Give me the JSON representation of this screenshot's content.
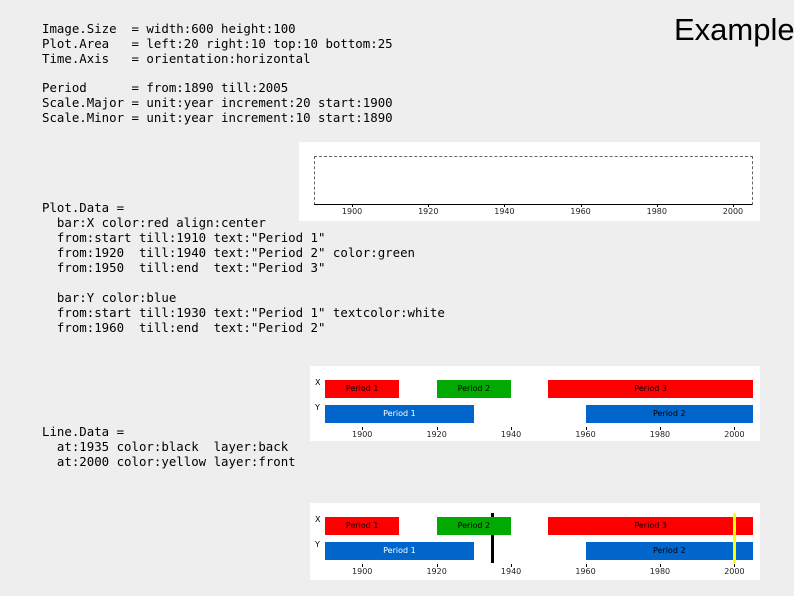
{
  "title": "Example",
  "code": {
    "block1": [
      "Image.Size  = width:600 height:100",
      "Plot.Area   = left:20 right:10 top:10 bottom:25",
      "Time.Axis   = orientation:horizontal"
    ],
    "block2": [
      "Period      = from:1890 till:2005",
      "Scale.Major = unit:year increment:20 start:1900",
      "Scale.Minor = unit:year increment:10 start:1890"
    ],
    "block3": [
      "Plot.Data =",
      "  bar:X color:red align:center",
      "  from:start till:1910 text:\"Period 1\"",
      "  from:1920  till:1940 text:\"Period 2\" color:green",
      "  from:1950  till:end  text:\"Period 3\""
    ],
    "block4": [
      "  bar:Y color:blue",
      "  from:start till:1930 text:\"Period 1\" textcolor:white",
      "  from:1960  till:end  text:\"Period 2\""
    ],
    "block5": [
      "Line.Data =",
      "  at:1935 color:black  layer:back",
      "  at:2000 color:yellow layer:front"
    ]
  },
  "timeline": {
    "period": [
      1890,
      2005
    ],
    "ticks": [
      "1900",
      "1920",
      "1940",
      "1960",
      "1980",
      "2000"
    ],
    "tick_values": [
      1900,
      1920,
      1940,
      1960,
      1980,
      2000
    ],
    "rows": [
      {
        "label": "X",
        "bars": [
          {
            "from": 1890,
            "till": 1910,
            "text": "Period 1",
            "color": "#ff0000",
            "textcolor": "#000000"
          },
          {
            "from": 1920,
            "till": 1940,
            "text": "Period 2",
            "color": "#00aa00",
            "textcolor": "#000000"
          },
          {
            "from": 1950,
            "till": 2005,
            "text": "Period 3",
            "color": "#ff0000",
            "textcolor": "#000000"
          }
        ]
      },
      {
        "label": "Y",
        "bars": [
          {
            "from": 1890,
            "till": 1930,
            "text": "Period 1",
            "color": "#0066cc",
            "textcolor": "#ffffff"
          },
          {
            "from": 1960,
            "till": 2005,
            "text": "Period 2",
            "color": "#0066cc",
            "textcolor": "#000000"
          }
        ]
      }
    ],
    "lines": [
      {
        "at": 1935,
        "color": "#000000",
        "layer": "back"
      },
      {
        "at": 2000,
        "color": "#ffff00",
        "layer": "front"
      }
    ]
  }
}
